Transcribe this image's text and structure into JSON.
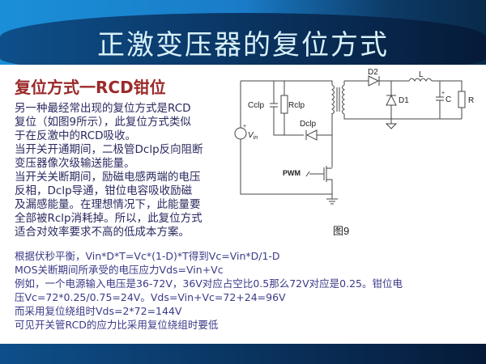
{
  "header": {
    "title": "正激变压器的复位方式"
  },
  "section_title": "复位方式一RCD钳位",
  "paragraph_lines": [
    "另一种最经常出现的复位方式是RCD",
    "复位（如图9所示），此复位方式类似",
    "于在反激中的RCD吸收。",
    "当开关开通期间，二极管Dclp反向阻断",
    "变压器像次级输送能量。",
    "当开关关断期间，励磁电感两端的电压",
    "反相，Dclp导通，钳位电容吸收励磁",
    "及漏感能量。在理想情况下，此能量要",
    "全部被Rclp消耗掉。所以，此复位方式",
    "适合对效率要求不高的低成本方案。"
  ],
  "bottom_lines": [
    "根据伏秒平衡，Vin*D*T=Vc*(1-D)*T得到Vc=Vin*D/1-D",
    "MOS关断期间所承受的电压应力Vds=Vin+Vc",
    "例如，一个电源输入电压是36-72V，36V对应占空比0.5那么72V对应是0.25。钳位电",
    "压Vc=72*0.25/0.75=24V。Vds=Vin+Vc=72+24=96V",
    "而采用复位绕组时Vds=2*72=144V",
    "可见开关管RCD的应力比采用复位绕组时要低"
  ],
  "diagram": {
    "labels": {
      "cclp": "Cclp",
      "rclp": "Rclp",
      "dclp": "Dclp",
      "vin": "V",
      "vin_sub": "in",
      "pwm": "PWM",
      "d1": "D1",
      "d2": "D2",
      "l": "L",
      "c": "C",
      "r": "R",
      "plus": "+"
    },
    "caption": "图9"
  }
}
